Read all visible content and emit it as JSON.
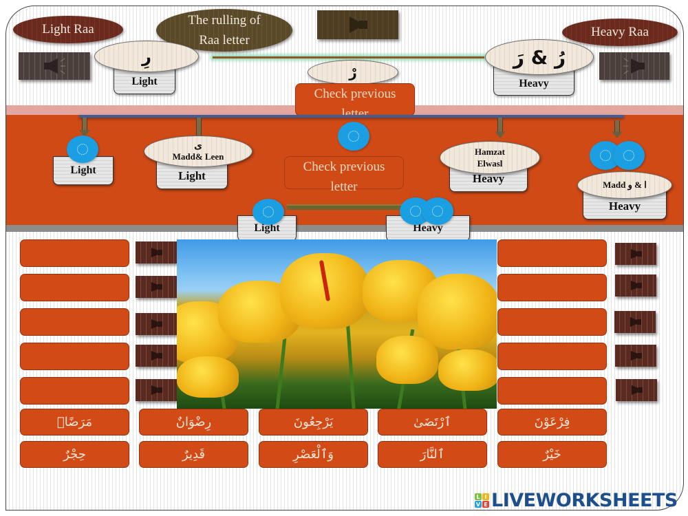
{
  "header": {
    "light_raa_label": "Light Raa",
    "heavy_raa_label": "Heavy Raa",
    "title_line1": "The rulling of",
    "title_line2": "Raa letter"
  },
  "top_row": {
    "light_letter": "رِ",
    "light_label": "Light",
    "heavy_letter": "رُ & رَ",
    "heavy_label": "Heavy",
    "sukoon_letter": "رْ",
    "check_line1": "Check previous",
    "check_line2": "letter"
  },
  "middle_row": {
    "kasra_label": "Light",
    "madd_leen_letter": "ى",
    "madd_leen_text": "Madd& Leen",
    "madd_leen_label": "Light",
    "center_ball_mark": "ْ",
    "check_line1": "Check previous",
    "check_line2": "letter",
    "hamzat_line1": "Hamzat",
    "hamzat_line2": "Elwasl",
    "hamzat_label": "Heavy",
    "madd_text": "Madd ا & و",
    "madd_label": "Heavy",
    "bottom_light_label": "Light",
    "bottom_heavy_label": "Heavy"
  },
  "answer_slots": {
    "left": [
      "",
      "",
      "",
      "",
      ""
    ],
    "right": [
      "",
      "",
      "",
      "",
      ""
    ]
  },
  "icons": {
    "speaker": "speaker-icon",
    "play": "play-icon"
  },
  "words": {
    "row1": [
      "مَرَضًاۖ",
      "رِضْوَانٌ",
      "يَرْجِعُونَ",
      "ٱرْتَضَىٰ",
      "فِرْعَوْنَ"
    ],
    "row2": [
      "حِجْرٌ",
      "قَدِيرٌ",
      "وَٱلْعَصْرِ",
      "ٱلنَّارَ",
      "خَيْرٌ"
    ]
  },
  "footer": {
    "logo_text": "LIVEWORKSHEETS",
    "logo_tiles": [
      "L",
      "I",
      "V",
      "E"
    ]
  }
}
